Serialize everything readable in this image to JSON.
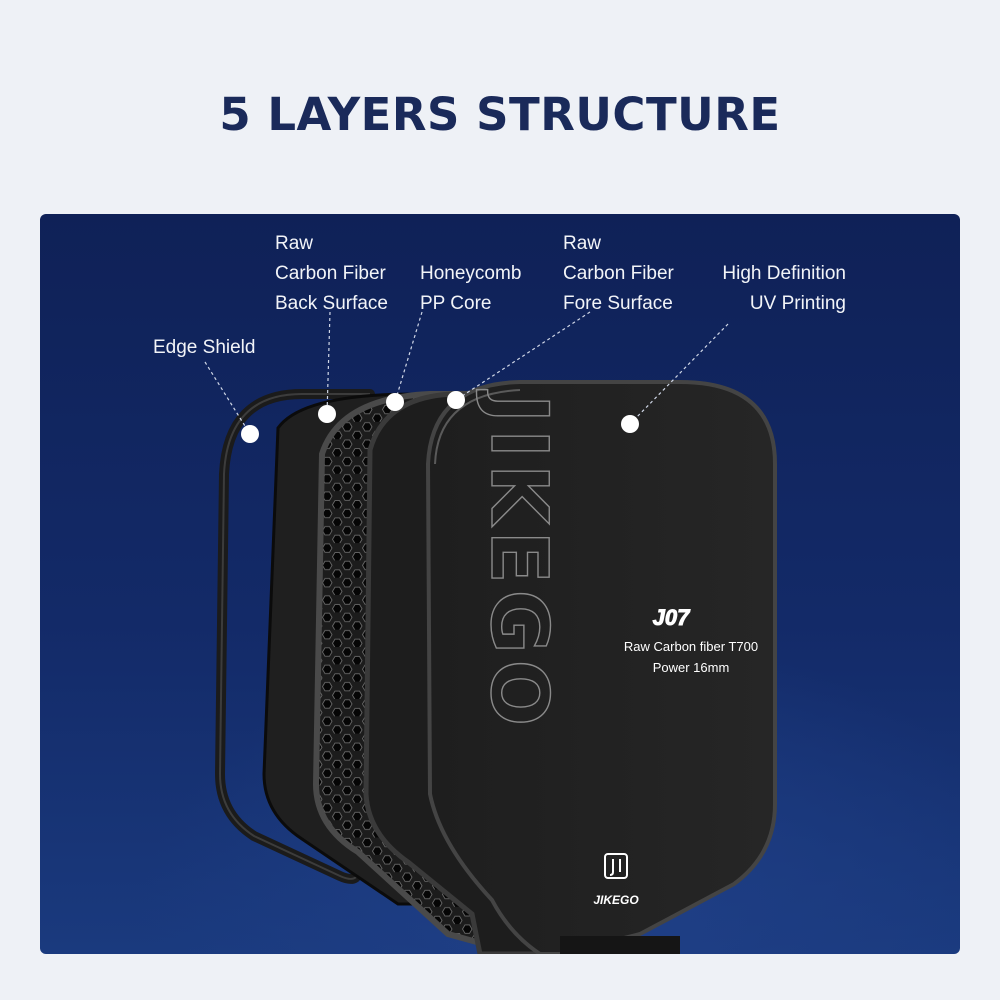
{
  "title": "5 LAYERS STRUCTURE",
  "layers": {
    "edge_shield": [
      "Edge Shield"
    ],
    "back_surface": [
      "Raw",
      "Carbon Fiber",
      "Back Surface"
    ],
    "core": [
      "Honeycomb",
      "PP Core"
    ],
    "fore_surface": [
      "Raw",
      "Carbon Fiber",
      "Fore Surface"
    ],
    "printing": [
      "High Definition",
      "UV Printing"
    ]
  },
  "paddle": {
    "model": "J07",
    "spec_line1": "Raw Carbon fiber T700",
    "spec_line2": "Power 16mm",
    "brand": "JIKEGO",
    "vertical_brand": "JIKEGO"
  },
  "colors": {
    "title": "#1a2a5a",
    "panel": "#132a68",
    "label": "#f2f4f8"
  }
}
